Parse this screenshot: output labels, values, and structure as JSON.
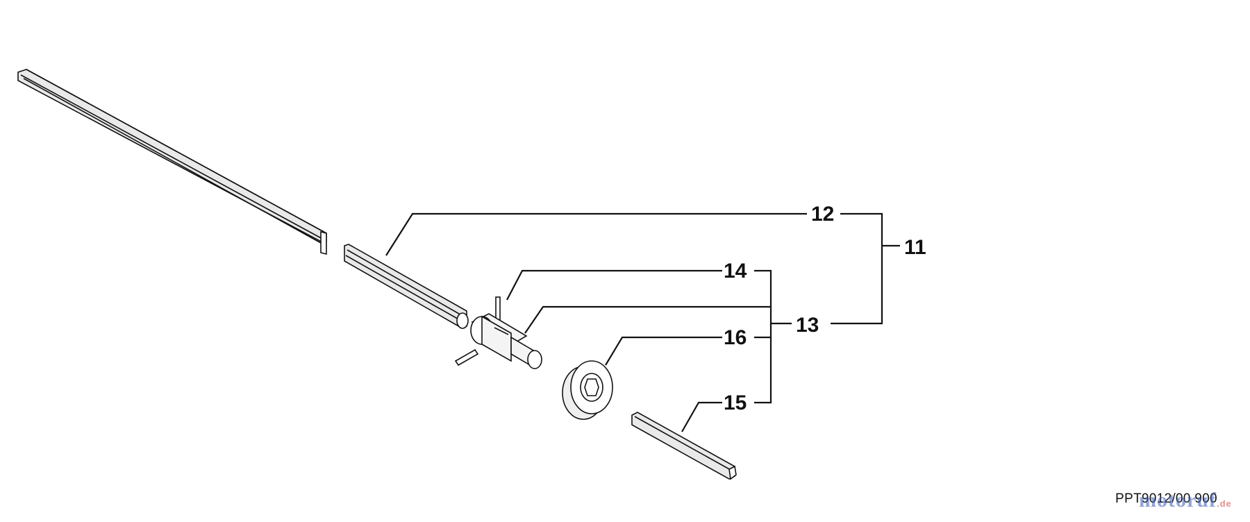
{
  "diagram": {
    "parts": [
      {
        "id": "shaft-long",
        "label": ""
      },
      {
        "id": "shaft-12",
        "label": "12"
      },
      {
        "id": "assembly-11",
        "label": "11"
      },
      {
        "id": "assembly-13",
        "label": "13"
      },
      {
        "id": "pin-14",
        "label": "14"
      },
      {
        "id": "bearing-16",
        "label": "16"
      },
      {
        "id": "square-rod-15",
        "label": "15"
      }
    ],
    "drawing_code": "PPT9012/00 900",
    "watermark": "motoruf",
    "watermark_suffix": ".de"
  }
}
